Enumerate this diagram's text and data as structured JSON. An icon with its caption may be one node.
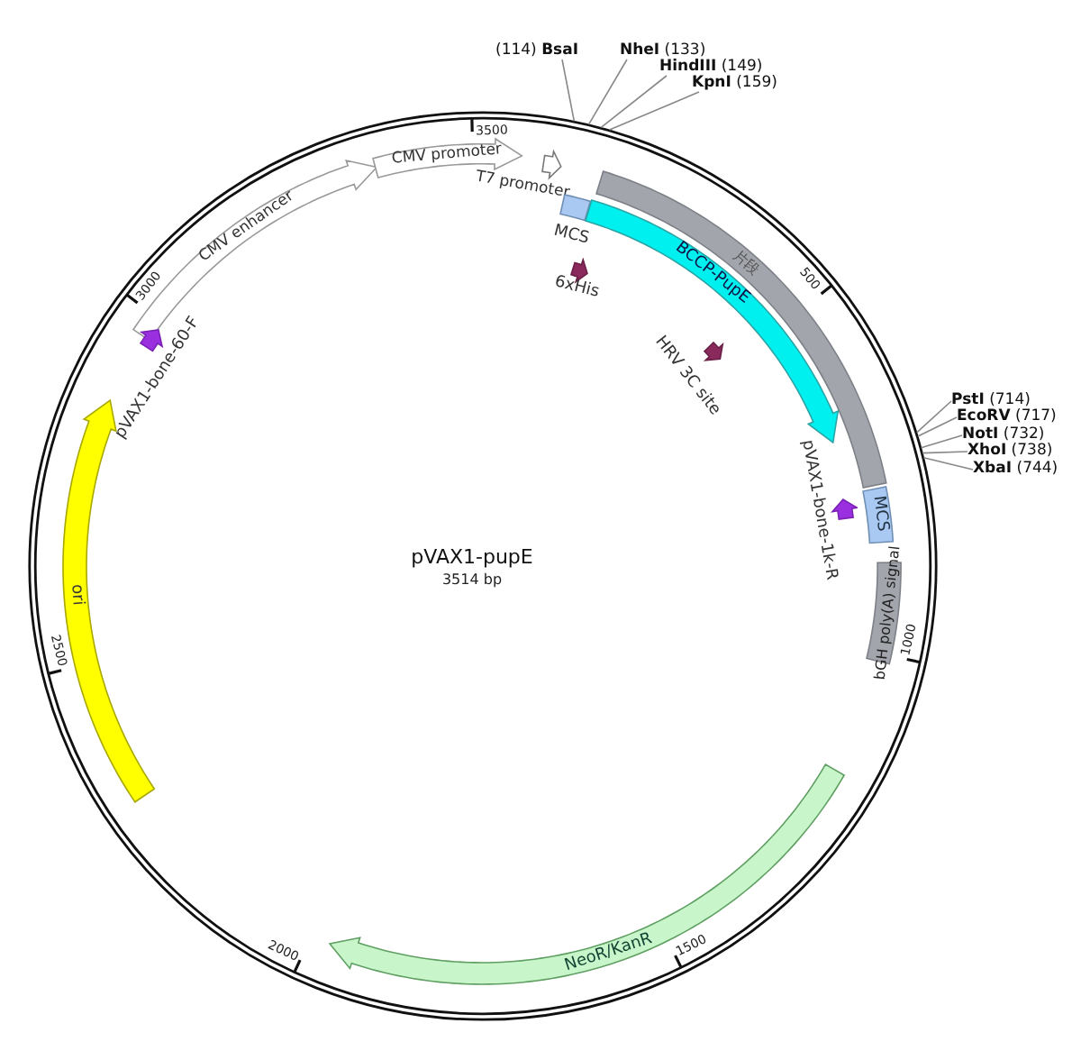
{
  "diagram": {
    "title": "pVAX1-pupE",
    "nodes": [
      {
        "text": [
          "CMV enhancer"
        ]
      },
      {
        "text": [
          "CMV promoter"
        ]
      },
      {
        "text": [
          "T7 promoter"
        ]
      },
      {
        "text": [
          "片段"
        ]
      },
      {
        "text": [
          "MCS"
        ]
      },
      {
        "text": [
          "BCCP-PupE"
        ]
      },
      {
        "text": [
          "6xHis"
        ]
      },
      {
        "text": [
          "HRV 3C site"
        ]
      },
      {
        "text": [
          "MCS"
        ]
      },
      {
        "text": [
          "pVAX1-bone-1k-R"
        ]
      },
      {
        "text": [
          "bGH poly(A) signal"
        ]
      },
      {
        "text": [
          "pVAX1-bone-60-F"
        ]
      },
      {
        "text": [
          "ori"
        ]
      },
      {
        "text": [
          "NeoR/KanR"
        ]
      },
      {
        "text": [
          "(114) **BsaI**"
        ]
      },
      {
        "text": [
          "**NheI** (133)"
        ]
      },
      {
        "text": [
          "**HindIII** (149)"
        ]
      },
      {
        "text": [
          "**KpnI** (159)"
        ]
      },
      {
        "text": [
          "**PstI** (714)"
        ]
      },
      {
        "text": [
          "**EcoRV** (717)"
        ]
      },
      {
        "text": [
          "**NotI** (732)"
        ]
      },
      {
        "text": [
          "**XhoI** (738)"
        ]
      },
      {
        "text": [
          "**XbaI** (744)"
        ]
      }
    ],
    "edges": [
      {
        "from": 14,
        "to": null,
        "arrow": "none"
      },
      {
        "from": 15,
        "to": null,
        "arrow": "none"
      },
      {
        "from": 16,
        "to": null,
        "arrow": "none"
      },
      {
        "from": 17,
        "to": null,
        "arrow": "none"
      },
      {
        "from": 18,
        "to": null,
        "arrow": "none"
      },
      {
        "from": 19,
        "to": null,
        "arrow": "none"
      },
      {
        "from": 20,
        "to": null,
        "arrow": "none"
      },
      {
        "from": 21,
        "to": null,
        "arrow": "none"
      },
      {
        "from": 22,
        "to": null,
        "arrow": "none"
      }
    ],
    "labels": [
      "3514 bp",
      "3500",
      "500",
      "1000",
      "1500",
      "2000",
      "2500",
      "3000"
    ]
  }
}
